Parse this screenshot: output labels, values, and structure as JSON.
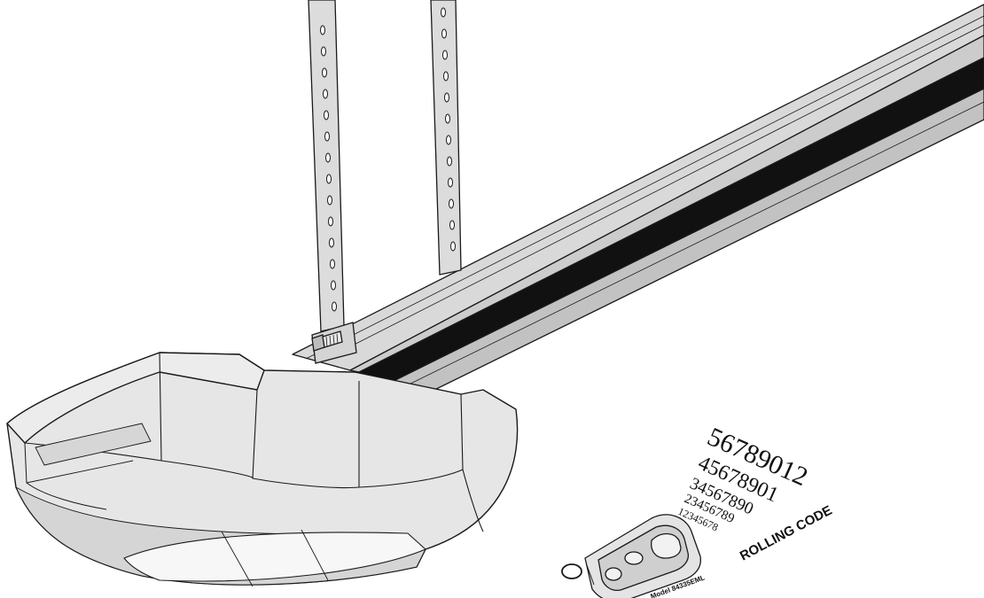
{
  "rolling_code": {
    "sequences": [
      "56789012",
      "45678901",
      "34567890",
      "23456789",
      "12345678"
    ],
    "label": "ROLLING CODE"
  },
  "remote": {
    "model_label": "Model 84335EML"
  },
  "colors": {
    "outline": "#1a1a1a",
    "motor_body": "#e6e6e6",
    "motor_shadow": "#cfcfcf",
    "light_lens": "#f7f7f7",
    "rail_top": "#d9d9d9",
    "rail_side": "#c6c6c6",
    "rail_belt": "#111111",
    "hanger": "#dcdcdc"
  }
}
